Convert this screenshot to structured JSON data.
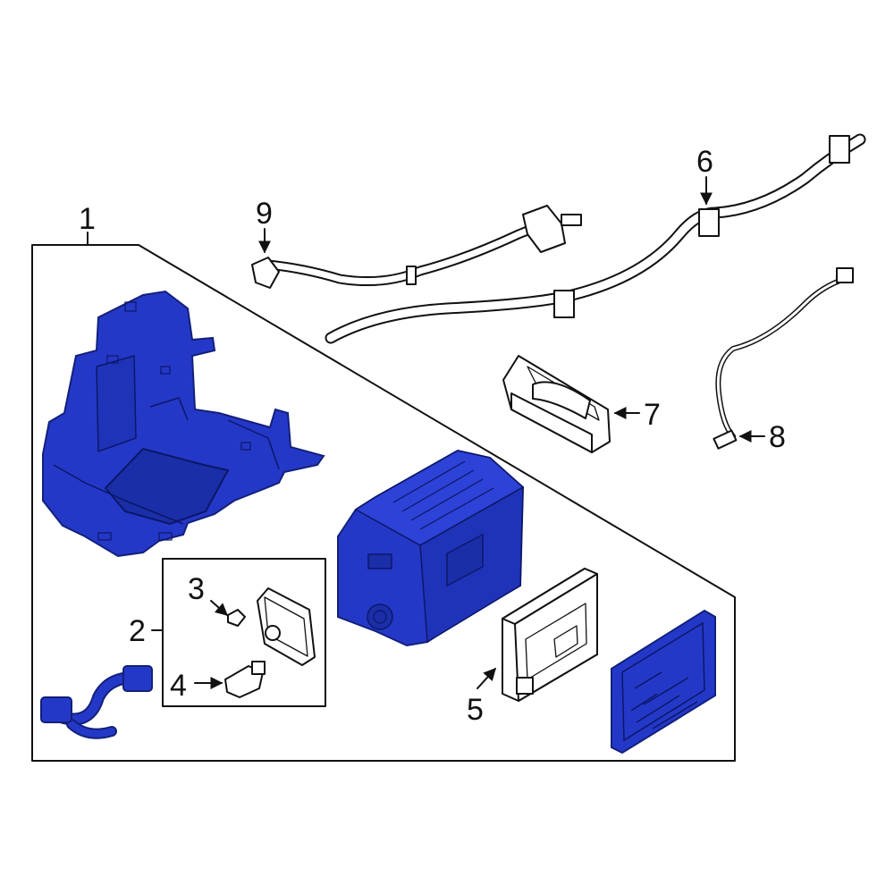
{
  "colors": {
    "highlight": "#2438c8",
    "highlight_dark": "#12207a",
    "line": "#111111",
    "background": "#ffffff"
  },
  "callouts": {
    "c1": "1",
    "c2": "2",
    "c3": "3",
    "c4": "4",
    "c5": "5",
    "c6": "6",
    "c7": "7",
    "c8": "8",
    "c9": "9"
  }
}
